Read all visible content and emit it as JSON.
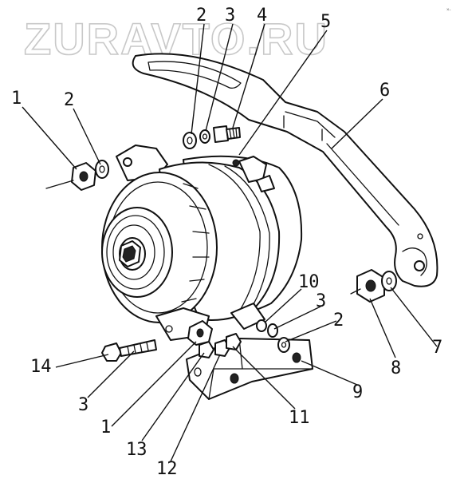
{
  "watermark": {
    "text": "ZURAVTO.RU",
    "small_text": "×‐"
  },
  "callouts": [
    {
      "id": "c1a",
      "label": "1"
    },
    {
      "id": "c2a",
      "label": "2"
    },
    {
      "id": "c2b",
      "label": "2"
    },
    {
      "id": "c3a",
      "label": "3"
    },
    {
      "id": "c4",
      "label": "4"
    },
    {
      "id": "c5",
      "label": "5"
    },
    {
      "id": "c6",
      "label": "6"
    },
    {
      "id": "c7",
      "label": "7"
    },
    {
      "id": "c8",
      "label": "8"
    },
    {
      "id": "c9",
      "label": "9"
    },
    {
      "id": "c10",
      "label": "10"
    },
    {
      "id": "c3b",
      "label": "3"
    },
    {
      "id": "c2c",
      "label": "2"
    },
    {
      "id": "c14",
      "label": "14"
    },
    {
      "id": "c3c",
      "label": "3"
    },
    {
      "id": "c1b",
      "label": "1"
    },
    {
      "id": "c13",
      "label": "13"
    },
    {
      "id": "c12",
      "label": "12"
    },
    {
      "id": "c11",
      "label": "11"
    }
  ]
}
